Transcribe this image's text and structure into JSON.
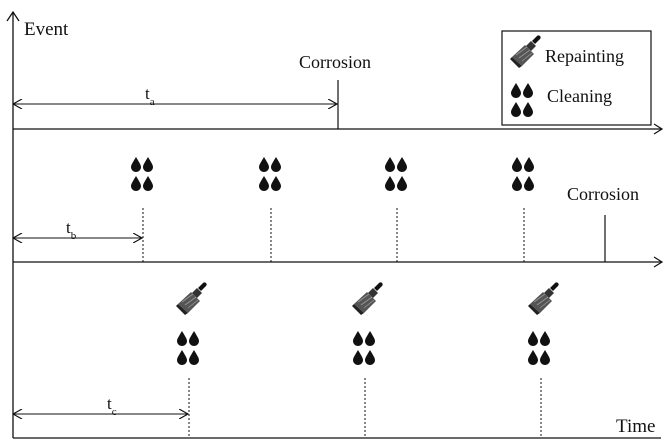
{
  "axes": {
    "y_label": "Event",
    "x_label": "Time"
  },
  "legend": {
    "repaint_label": "Repainting",
    "clean_label": "Cleaning"
  },
  "rows": [
    {
      "interval_label": "t",
      "interval_sub": "a",
      "event_label": "Corrosion",
      "maintenance": []
    },
    {
      "interval_label": "t",
      "interval_sub": "b",
      "event_label": "Corrosion",
      "maintenance": [
        "cleaning",
        "cleaning",
        "cleaning",
        "cleaning"
      ]
    },
    {
      "interval_label": "t",
      "interval_sub": "c",
      "event_label": "",
      "maintenance": [
        "repainting",
        "repainting",
        "repainting"
      ]
    }
  ],
  "colors": {
    "line": "#111111",
    "background": "#ffffff"
  },
  "icons": [
    "water-drops-icon",
    "paint-brush-icon",
    "arrow-icon"
  ]
}
